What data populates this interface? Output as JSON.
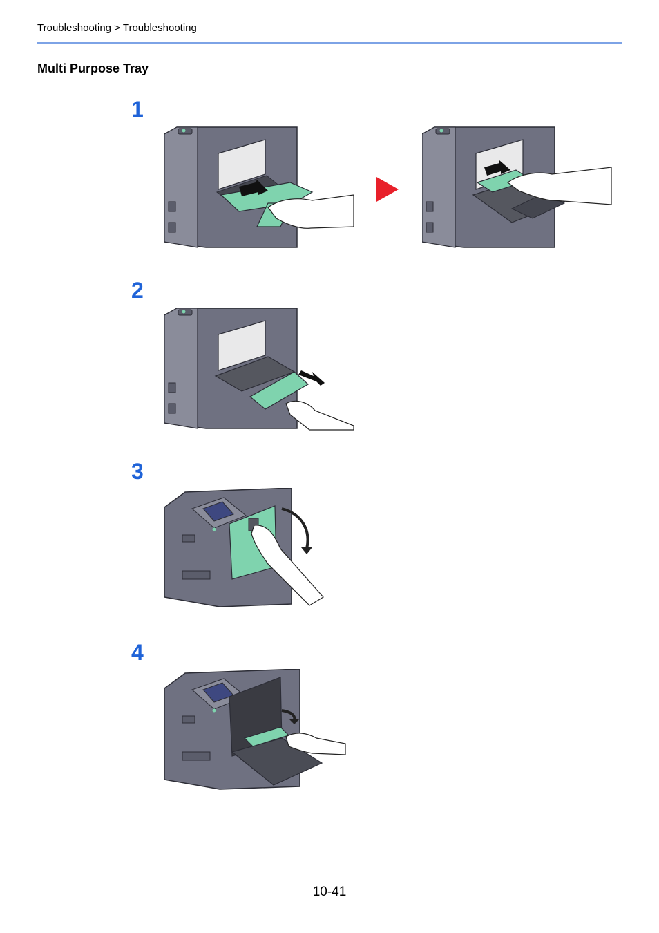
{
  "header": {
    "breadcrumb": "Troubleshooting > Troubleshooting"
  },
  "section": {
    "title": "Multi Purpose Tray"
  },
  "steps": [
    {
      "number": "1"
    },
    {
      "number": "2"
    },
    {
      "number": "3"
    },
    {
      "number": "4"
    }
  ],
  "colors": {
    "accent": "#1f63d8",
    "rule": "#7da3e6",
    "paper": "#7fd3ae",
    "arrow_red": "#e8202a",
    "printer": "#6f7181"
  },
  "footer": {
    "page_number": "10-41"
  }
}
